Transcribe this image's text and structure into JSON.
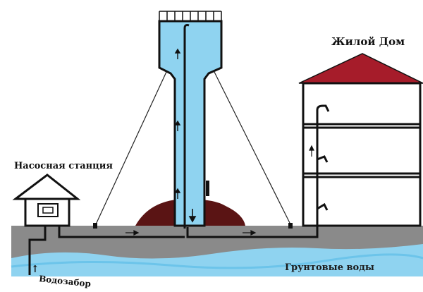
{
  "labels": {
    "house": "Жилой Дом",
    "pump_station": "Насосная станция",
    "groundwater": "Грунтовые воды",
    "intake": "Водозабор"
  },
  "colors": {
    "water": "#8fd3f0",
    "water_deep": "#5ec0ec",
    "ground": "#8a8a8a",
    "ground_dark": "#7a7a7a",
    "roof": "#a61c2a",
    "mound": "#5a1414",
    "pipe": "#1a1a1a"
  },
  "icons": {
    "flow_arrow": "right-arrow-icon",
    "up_arrow": "up-arrow-icon"
  }
}
